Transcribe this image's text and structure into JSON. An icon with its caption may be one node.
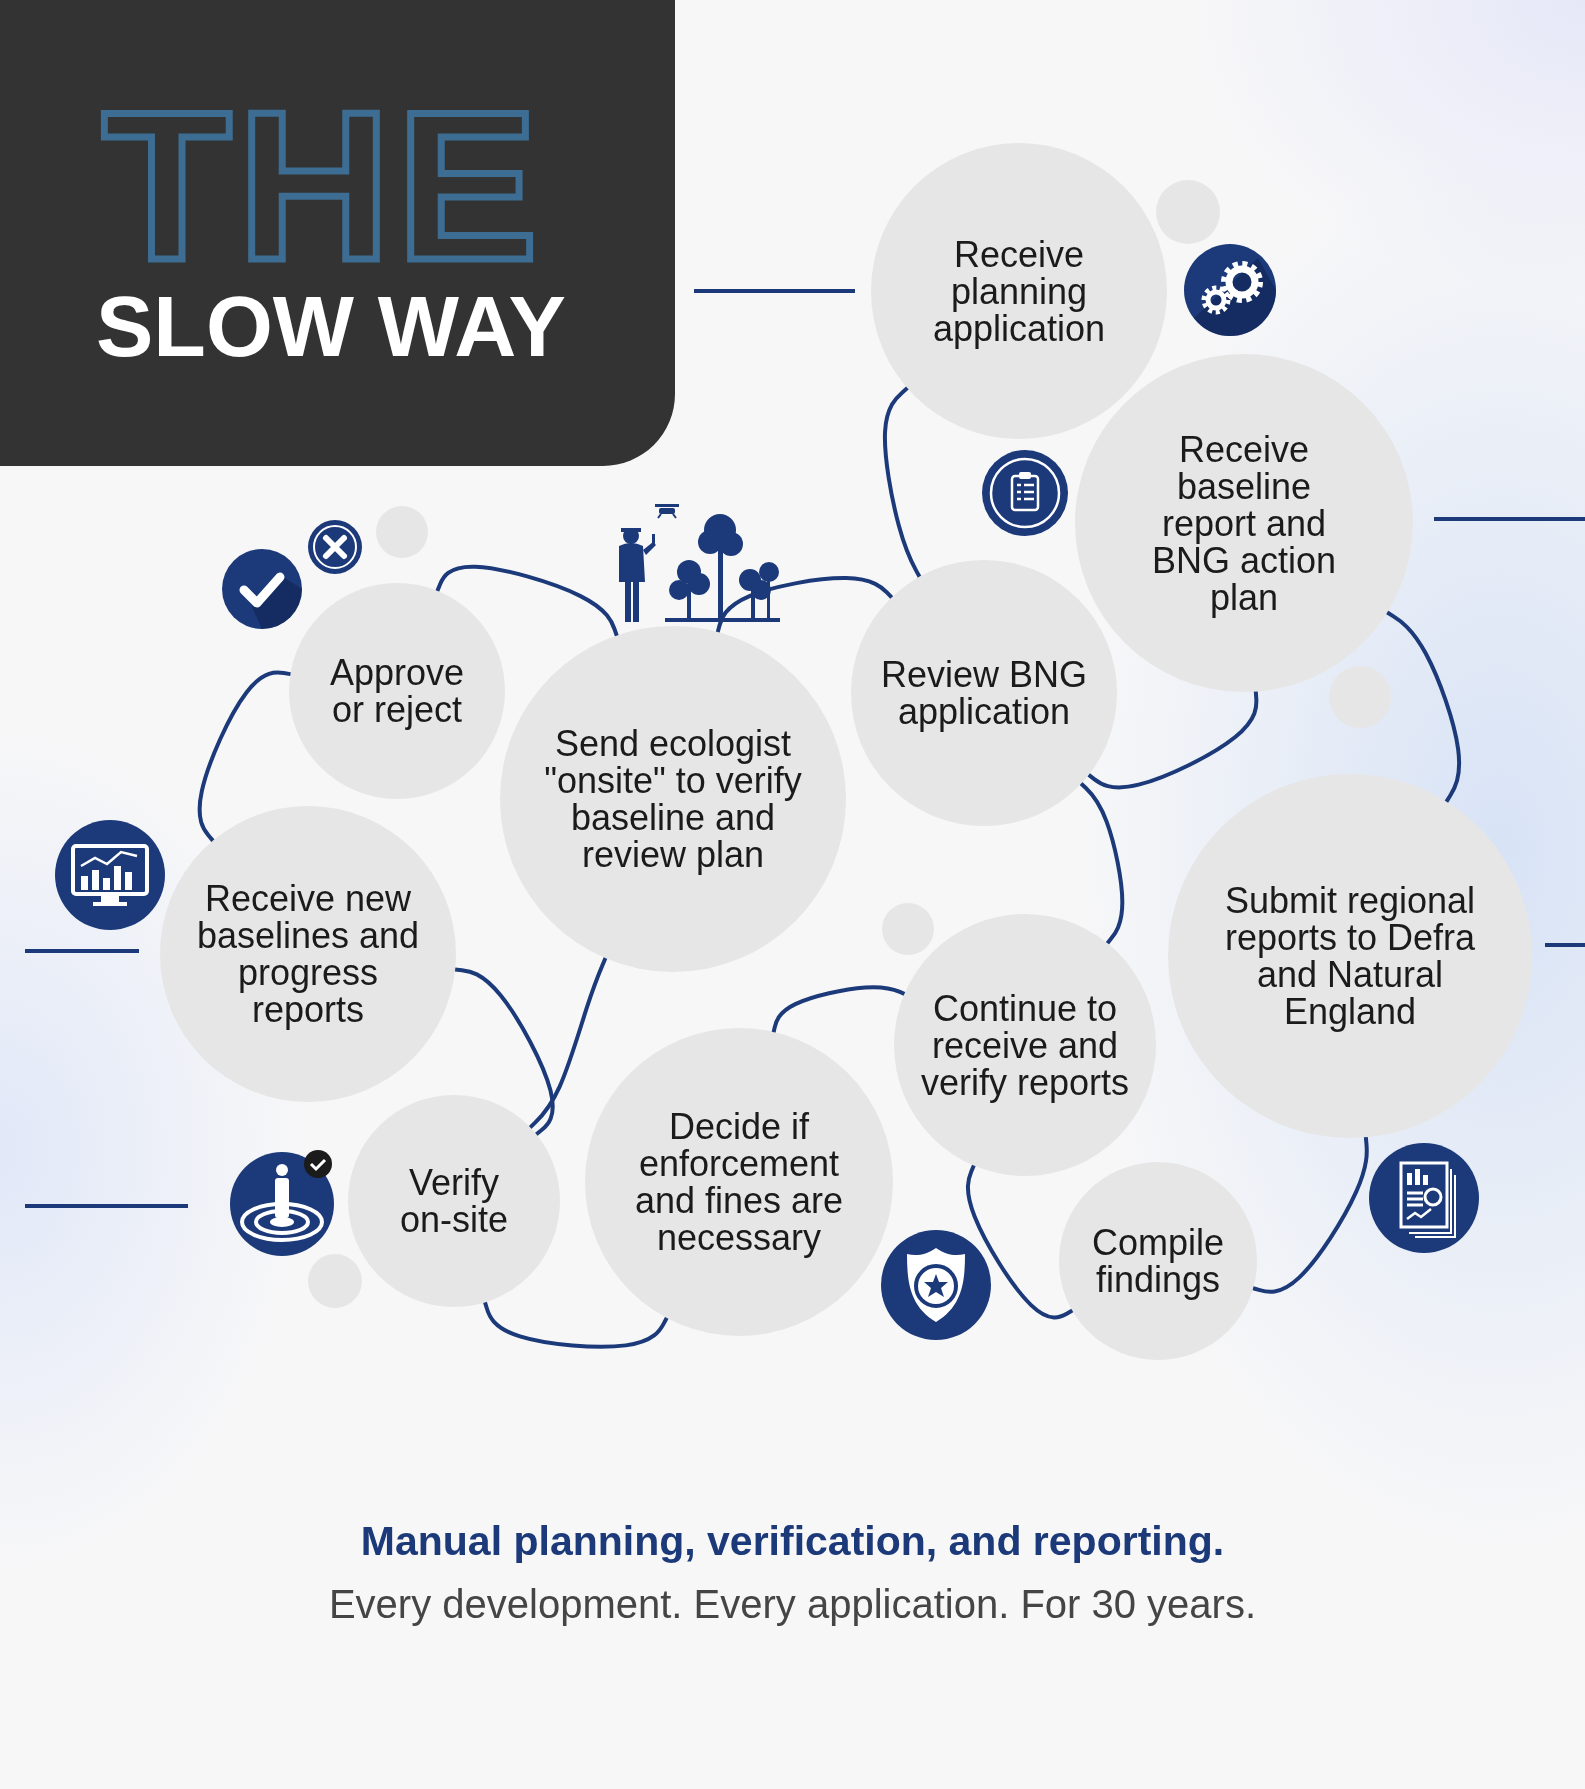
{
  "diagram": {
    "title": "THE SLOW WAY",
    "caption": "Manual planning, verification, and reporting.",
    "nodes": [
      {
        "text": [
          "Receive planning application"
        ]
      },
      {
        "text": [
          "Receive baseline report and BNG action plan"
        ]
      },
      {
        "text": [
          "Review BNG application"
        ]
      },
      {
        "text": [
          "Submit regional reports to Defra and Natural England"
        ]
      },
      {
        "text": [
          "Send ecologist \"onsite\" to verify baseline and review plan"
        ]
      },
      {
        "text": [
          "Approve or reject"
        ]
      },
      {
        "text": [
          "Receive new baselines and progress reports"
        ]
      },
      {
        "text": [
          "Continue to receive and verify reports"
        ]
      },
      {
        "text": [
          "Compile findings"
        ]
      },
      {
        "text": [
          "Decide if enforcement and fines are necessary"
        ]
      },
      {
        "text": [
          "Verify on-site"
        ]
      },
      {
        "text": [],
        "shape": "circle"
      },
      {
        "text": [],
        "shape": "circle"
      },
      {
        "text": [],
        "shape": "circle"
      },
      {
        "text": [],
        "shape": "circle"
      },
      {
        "text": [],
        "shape": "circle"
      }
    ],
    "edges": [
      {
        "from": 0,
        "to": 2,
        "arrow": "none"
      },
      {
        "from": 1,
        "to": 2,
        "arrow": "none"
      },
      {
        "from": 1,
        "to": 3,
        "arrow": "none"
      },
      {
        "from": 2,
        "to": 4,
        "arrow": "none"
      },
      {
        "from": 2,
        "to": 7,
        "arrow": "none"
      },
      {
        "from": 3,
        "to": 8,
        "arrow": "none"
      },
      {
        "from": 7,
        "to": 8,
        "arrow": "none"
      },
      {
        "from": 7,
        "to": 9,
        "arrow": "none"
      },
      {
        "from": 4,
        "to": 5,
        "arrow": "none"
      },
      {
        "from": 5,
        "to": 6,
        "arrow": "none"
      },
      {
        "from": 6,
        "to": 10,
        "arrow": "none"
      },
      {
        "from": 4,
        "to": 10,
        "arrow": "none"
      },
      {
        "from": 10,
        "to": 9,
        "arrow": "none"
      }
    ],
    "labels": [
      "Every development. Every application. For 30 years."
    ]
  }
}
